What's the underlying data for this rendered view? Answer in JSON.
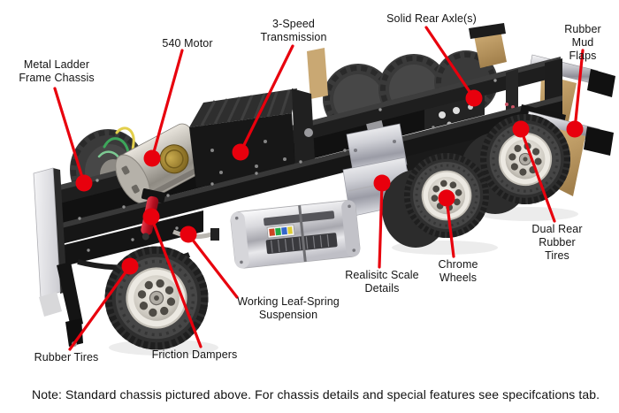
{
  "figure": {
    "background_color": "#ffffff",
    "arrow_color": "#e8000d",
    "callouts": [
      {
        "id": "metal-ladder-frame-chassis",
        "text": "Metal Ladder\nFrame Chassis"
      },
      {
        "id": "540-motor",
        "text": "540 Motor"
      },
      {
        "id": "3-speed-transmission",
        "text": "3-Speed\nTransmission"
      },
      {
        "id": "solid-rear-axles",
        "text": "Solid Rear Axle(s)"
      },
      {
        "id": "rubber-mud-flaps",
        "text": "Rubber\nMud Flaps"
      },
      {
        "id": "dual-rear-rubber-tires",
        "text": "Dual Rear\nRubber Tires"
      },
      {
        "id": "chrome-wheels",
        "text": "Chrome\nWheels"
      },
      {
        "id": "realistic-scale-details",
        "text": "Realisitc Scale\nDetails"
      },
      {
        "id": "working-leaf-spring-suspension",
        "text": "Working Leaf-Spring\nSuspension"
      },
      {
        "id": "friction-dampers",
        "text": "Friction Dampers"
      },
      {
        "id": "rubber-tires",
        "text": "Rubber Tires"
      }
    ]
  },
  "note": "Note: Standard chassis pictured above. For chassis details and special features see specifcations tab."
}
